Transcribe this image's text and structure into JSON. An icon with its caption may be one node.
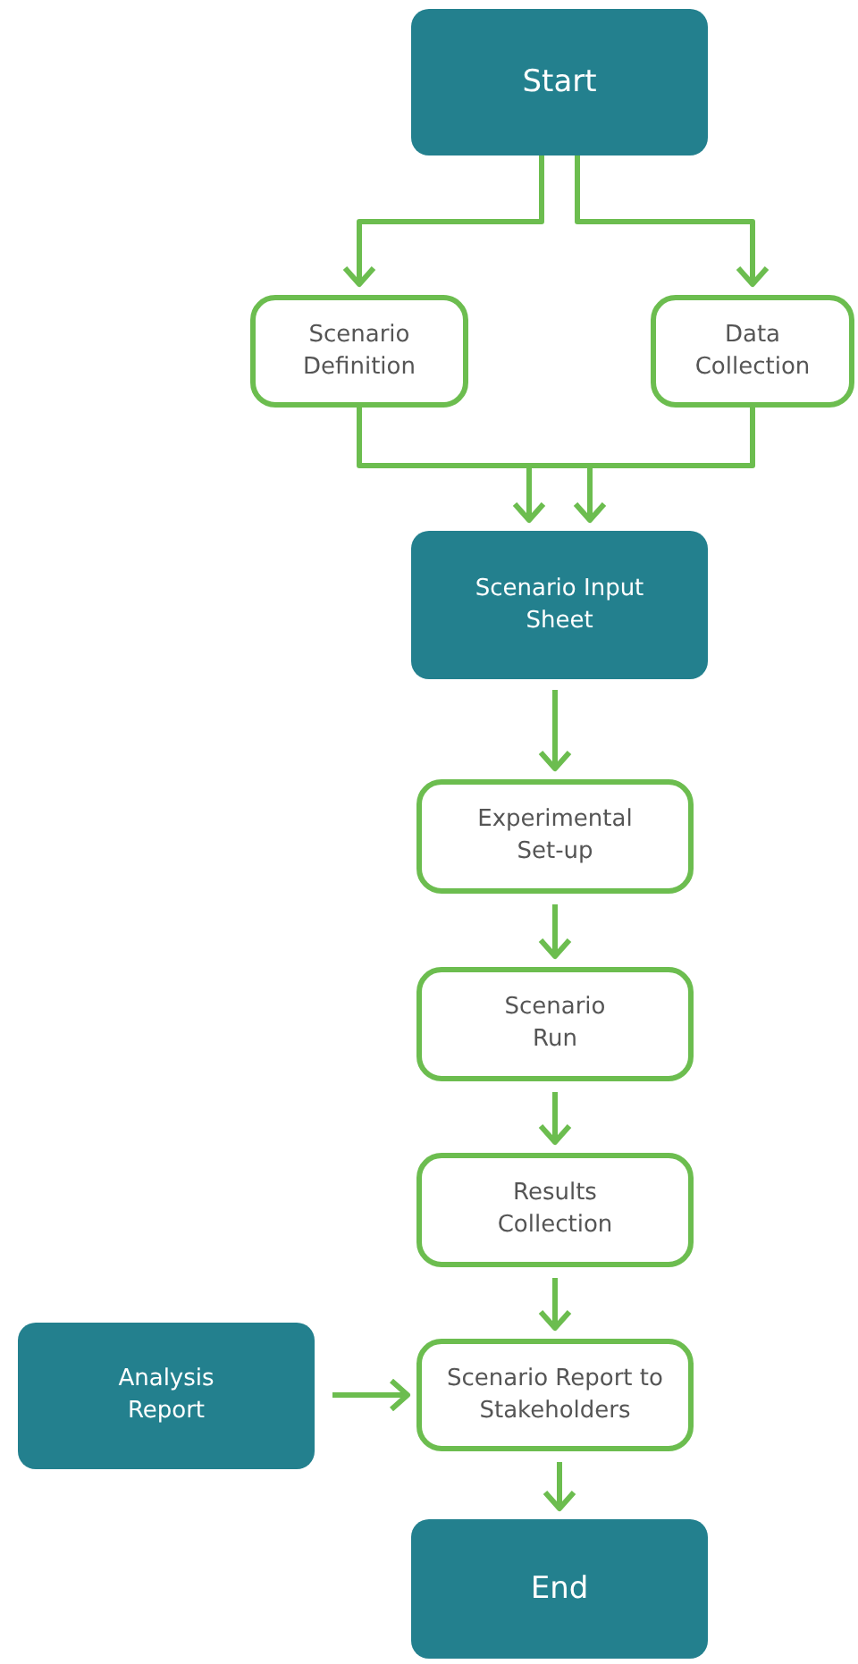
{
  "diagram": {
    "nodes": [
      {
        "text": [
          "Start"
        ]
      },
      {
        "text": [
          "Scenario Definition"
        ]
      },
      {
        "text": [
          "Data Collection"
        ]
      },
      {
        "text": [
          "Scenario Input Sheet"
        ]
      },
      {
        "text": [
          "Experimental Set-up"
        ]
      },
      {
        "text": [
          "Scenario Run"
        ]
      },
      {
        "text": [
          "Results Collection"
        ]
      },
      {
        "text": [
          "Analysis Report"
        ]
      },
      {
        "text": [
          "Scenario Report to Stakeholders"
        ]
      },
      {
        "text": [
          "End"
        ]
      }
    ],
    "edges": [
      {
        "from": 0,
        "to": 1,
        "arrow": "to"
      },
      {
        "from": 0,
        "to": 2,
        "arrow": "to"
      },
      {
        "from": 1,
        "to": 3,
        "arrow": "to"
      },
      {
        "from": 2,
        "to": 3,
        "arrow": "to"
      },
      {
        "from": 3,
        "to": 4,
        "arrow": "to"
      },
      {
        "from": 4,
        "to": 5,
        "arrow": "to"
      },
      {
        "from": 5,
        "to": 6,
        "arrow": "to"
      },
      {
        "from": 6,
        "to": 8,
        "arrow": "to"
      },
      {
        "from": 7,
        "to": 8,
        "arrow": "to"
      },
      {
        "from": 8,
        "to": 9,
        "arrow": "to"
      }
    ]
  }
}
